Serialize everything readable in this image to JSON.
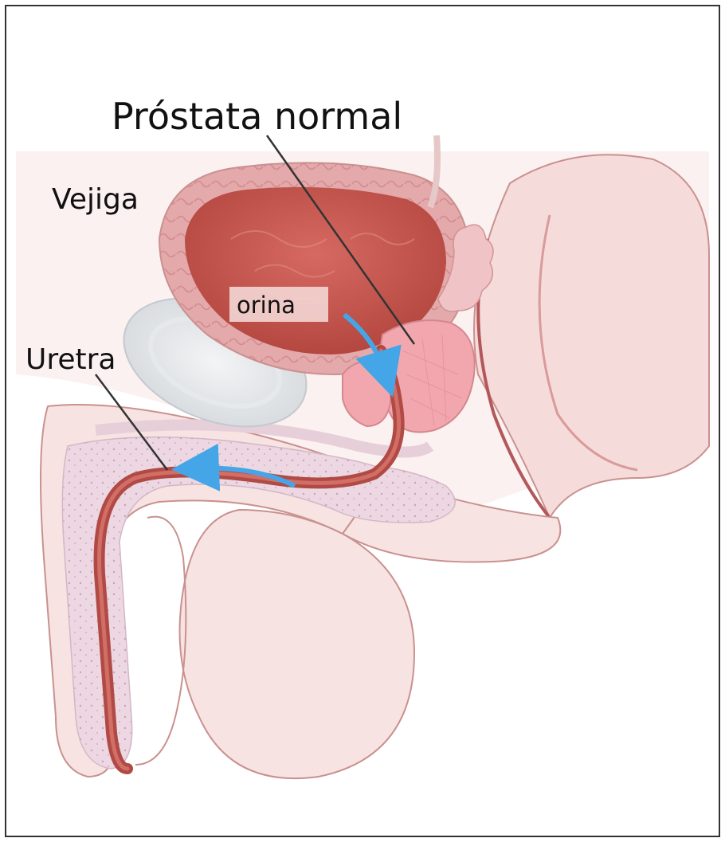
{
  "labels": {
    "prostate": "Próstata normal",
    "bladder": "Vejiga",
    "urine": "orina",
    "urethra": "Uretra"
  },
  "colors": {
    "frame": "#333333",
    "skin": "#f7e4e2",
    "skin_outline": "#c9918f",
    "bladder_wall": "#e3a9ab",
    "bladder_inner": "#c85a57",
    "prostate": "#f2a7ae",
    "urethra": "#b04a45",
    "corpus_tissue": "#ecd7e2",
    "pubic_bone": "#e4e7ea",
    "flow_arrow": "#44a6e6",
    "leader_line": "#333333"
  },
  "icons": {
    "flow_arrows": "curved-blue-arrow"
  }
}
